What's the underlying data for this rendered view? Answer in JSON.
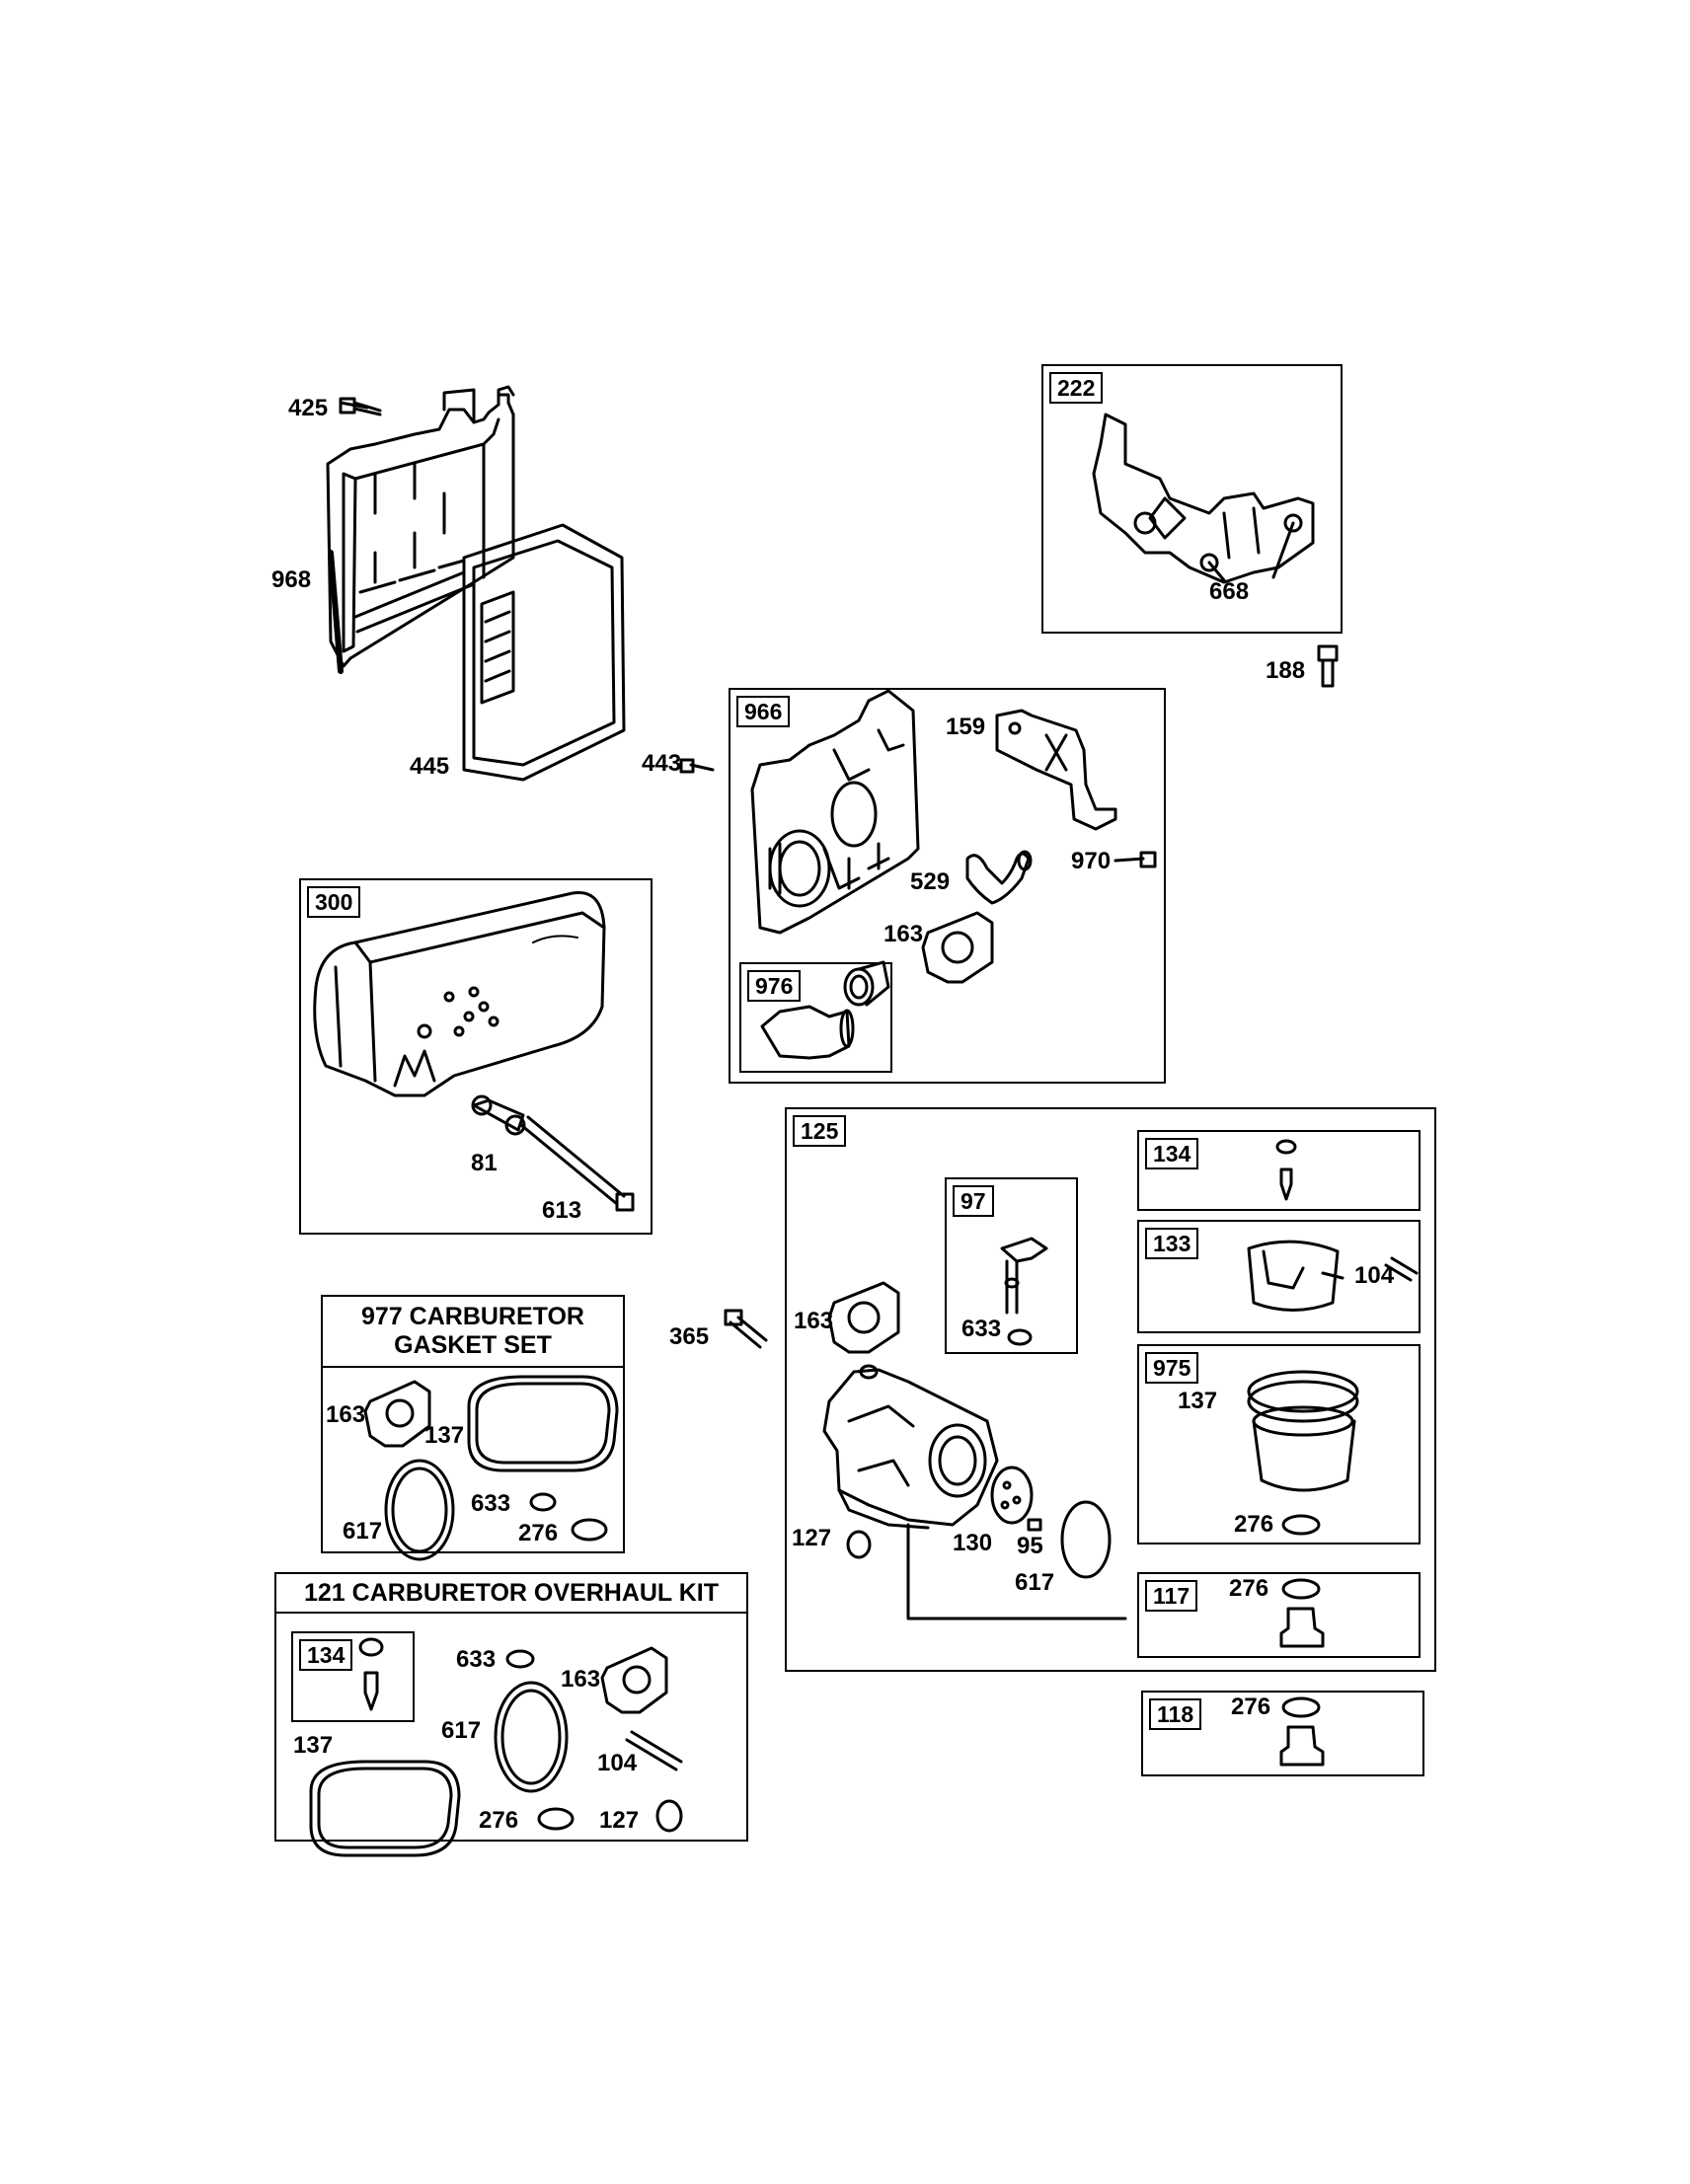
{
  "callouts": {
    "c425": "425",
    "c968": "968",
    "c445": "445",
    "c443": "443",
    "c188": "188",
    "c668": "668",
    "c159": "159",
    "c970": "970",
    "c529": "529",
    "c163a": "163",
    "c81": "81",
    "c613": "613",
    "c365": "365",
    "c163b": "163",
    "c633a": "633",
    "c127a": "127",
    "c130": "130",
    "c95": "95",
    "c617a": "617",
    "c104a": "104",
    "c137a": "137",
    "c276a": "276",
    "c276b": "276",
    "c276c": "276",
    "c163c": "163",
    "c137b": "137",
    "c617b": "617",
    "c633b": "633",
    "c276d": "276",
    "c633c": "633",
    "c163d": "163",
    "c617c": "617",
    "c137c": "137",
    "c104b": "104",
    "c276e": "276",
    "c127b": "127"
  },
  "boxes": {
    "b222": "222",
    "b966": "966",
    "b976": "976",
    "b300": "300",
    "b125": "125",
    "b97": "97",
    "b134a": "134",
    "b133": "133",
    "b975": "975",
    "b117": "117",
    "b118": "118",
    "b134b": "134"
  },
  "kits": {
    "gasket_line1": "977 CARBURETOR",
    "gasket_line2": "GASKET SET",
    "overhaul": "121 CARBURETOR OVERHAUL KIT"
  }
}
